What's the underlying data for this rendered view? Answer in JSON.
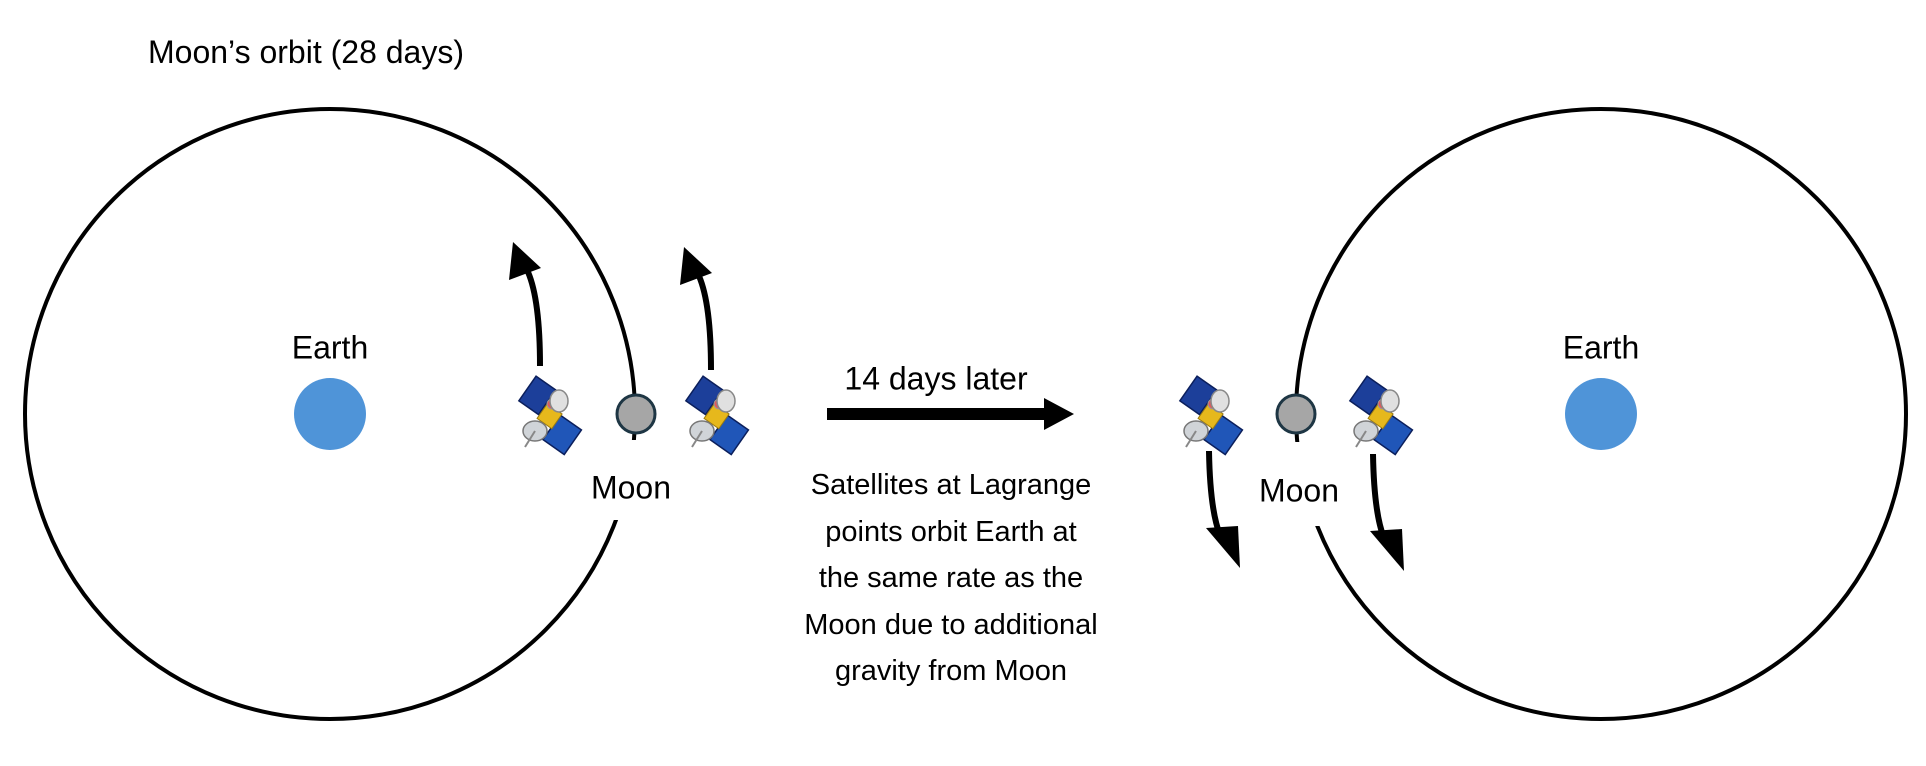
{
  "title": "Moon’s orbit (28 days)",
  "left_panel": {
    "earth_label": "Earth",
    "moon_label": "Moon"
  },
  "right_panel": {
    "earth_label": "Earth",
    "moon_label": "Moon"
  },
  "transition_label": "14 days later",
  "explanation_lines": [
    "Satellites at Lagrange",
    "points orbit Earth at",
    "the same rate as the",
    "Moon due to additional",
    "gravity from Moon"
  ],
  "colors": {
    "earth": "#4f94d8",
    "moon": "#a6a6a6",
    "moon_outline": "#1e3644",
    "line": "#000000"
  }
}
